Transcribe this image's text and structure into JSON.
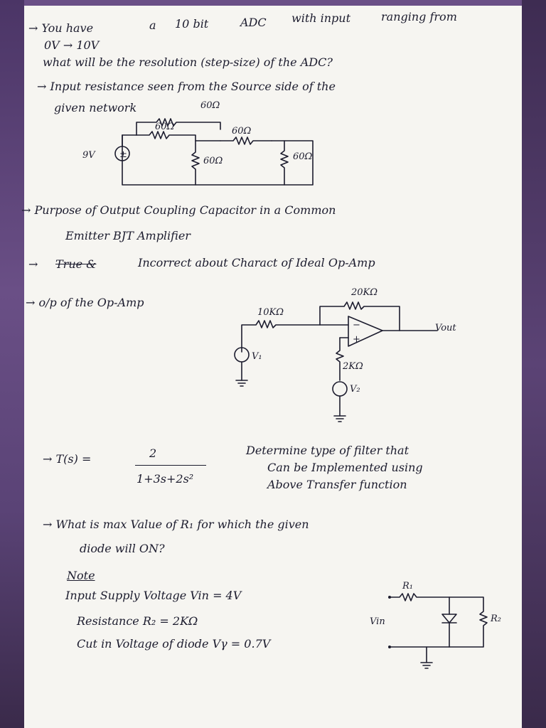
{
  "q1": {
    "line1": [
      "→ You have",
      "a",
      "10 bit",
      "ADC",
      "with input",
      "ranging from"
    ],
    "line2": "0V → 10V",
    "line3": "what will be the resolution (step-size) of the ADC?"
  },
  "q2": {
    "line1": "→ Input resistance seen from the Source side of the",
    "line2": "given network",
    "circuit": {
      "source": "9V",
      "source_sym": "±",
      "r_top": "60Ω",
      "r_left": "60Ω",
      "r_mid_top": "60Ω",
      "r_shunt1": "60Ω",
      "r_shunt2": "60Ω"
    }
  },
  "q3": {
    "line1": "→ Purpose of Output Coupling Capacitor in a Common",
    "line2": "Emitter BJT Amplifier"
  },
  "q4": {
    "struck": "True &",
    "arrow": "→",
    "text": "Incorrect about Charact of Ideal Op-Amp"
  },
  "q5": {
    "line": "→ o/p of the Op-Amp",
    "circuit": {
      "r_in": "10KΩ",
      "r_f": "20KΩ",
      "r_g": "2KΩ",
      "v1": "V₁",
      "v2": "V₂",
      "vout": "Vout",
      "plus": "+",
      "minus": "−"
    }
  },
  "q6": {
    "label": "→ T(s) =",
    "numerator": "2",
    "denominator": "1+3s+2s²",
    "det1": "Determine type of filter that",
    "det2": "Can be Implemented using",
    "det3": "Above Transfer function"
  },
  "q7": {
    "line1": "→ What is max Value of R₁ for which the given",
    "line2": "diode will ON?",
    "note_title": "Note",
    "note1": "Input Supply Voltage  Vin = 4V",
    "note2": "Resistance R₂ = 2KΩ",
    "note3": "Cut in Voltage of diode  Vγ = 0.7V",
    "circuit": {
      "r1": "R₁",
      "r2": "R₂",
      "vin": "Vin"
    }
  }
}
